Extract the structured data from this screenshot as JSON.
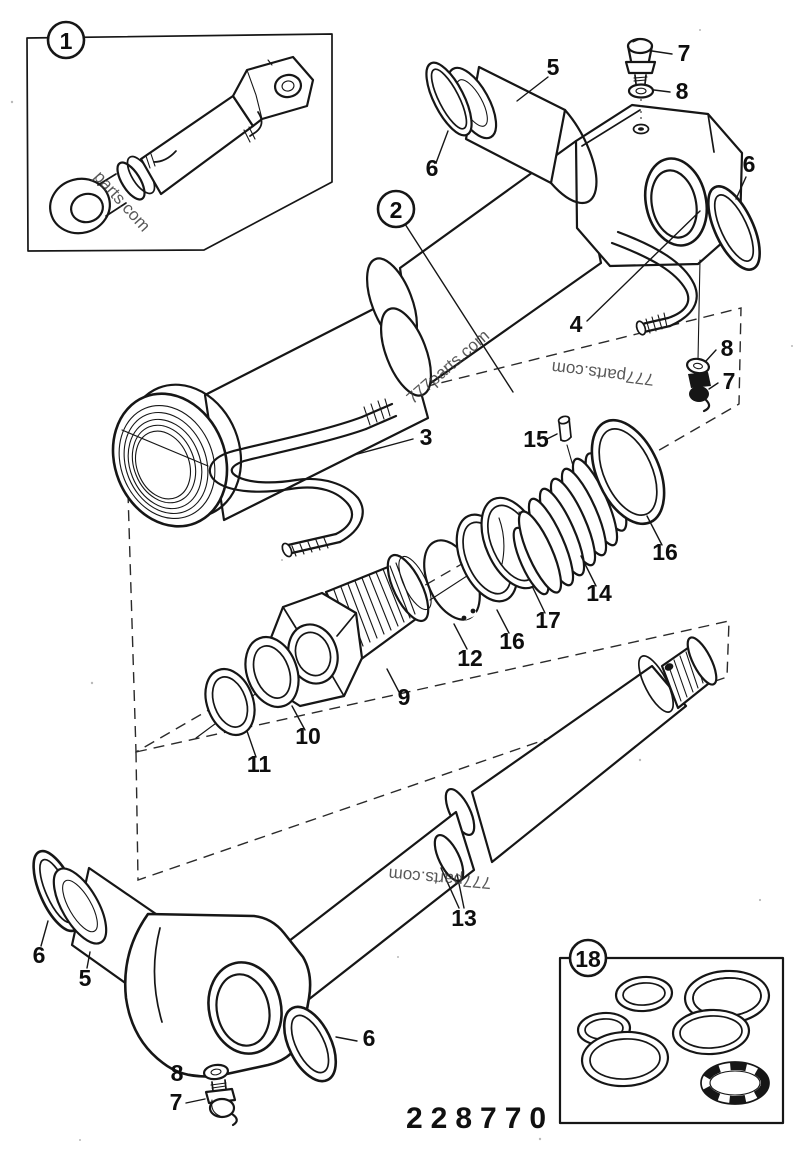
{
  "figure": {
    "part_number": "228770",
    "type": "exploded-parts-diagram",
    "subject": "hydraulic cylinder assembly",
    "line_color": "#161616",
    "background_color": "#ffffff"
  },
  "watermarks": {
    "inset_stamp": "parts.com",
    "mid_diagonal": "777parts.com",
    "mid_inverted": "777parts.com",
    "lower_inverted": "777parts.com"
  },
  "insets": {
    "assembled_view_callout": "1",
    "seal_kit_callout": "18"
  },
  "callouts": {
    "c2": "2",
    "c3": "3",
    "c4": "4",
    "c5_top": "5",
    "c5_bottom": "5",
    "c6_top_left": "6",
    "c6_top_right": "6",
    "c6_bottom_left": "6",
    "c6_bottom_right": "6",
    "c7_top": "7",
    "c7_right": "7",
    "c7_bottom": "7",
    "c8_top": "8",
    "c8_right": "8",
    "c8_bottom": "8",
    "c9": "9",
    "c10": "10",
    "c11": "11",
    "c12": "12",
    "c13": "13",
    "c14": "14",
    "c15": "15",
    "c16_left": "16",
    "c16_right": "16",
    "c17": "17"
  }
}
